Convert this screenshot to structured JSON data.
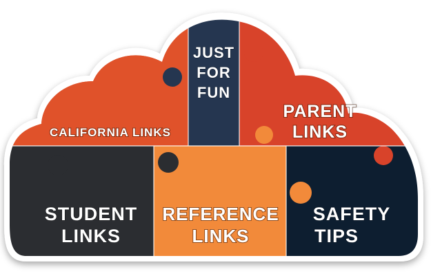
{
  "pieces": {
    "california": {
      "label": "CALIFORNIA LINKS",
      "color": "#e0522a"
    },
    "just_for_fun": {
      "lines": [
        "JUST",
        "FOR",
        "FUN"
      ],
      "color": "#253650"
    },
    "parent": {
      "lines": [
        "PARENT",
        "LINKS"
      ],
      "color": "#d8432a"
    },
    "student": {
      "lines": [
        "STUDENT",
        "LINKS"
      ],
      "color": "#2b2d31"
    },
    "reference": {
      "lines": [
        "REFERENCE",
        "LINKS"
      ],
      "color": "#f28a3a"
    },
    "safety": {
      "lines": [
        "SAFETY",
        "TIPS"
      ],
      "color": "#0d1e30"
    }
  },
  "colors": {
    "outline": "#ffffff",
    "shadow": "#9a9a9a"
  }
}
